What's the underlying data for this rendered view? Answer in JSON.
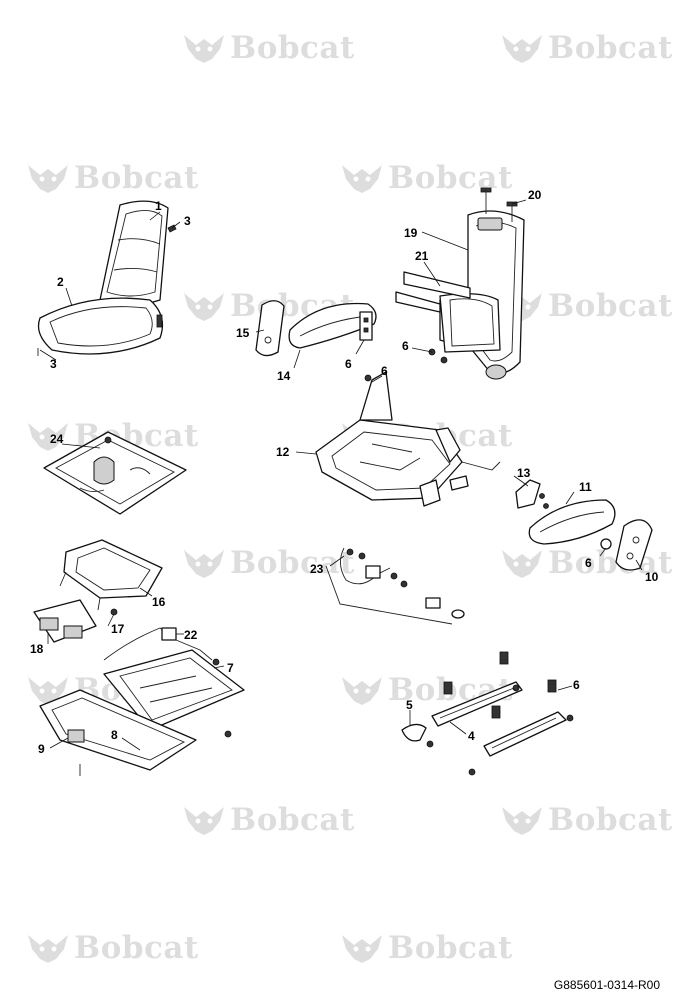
{
  "watermark": {
    "text": "Bobcat",
    "icon": "bobcat-logo-icon"
  },
  "callouts": {
    "c1": "1",
    "c2": "2",
    "c3a": "3",
    "c3b": "3",
    "c4": "4",
    "c5": "5",
    "c6a": "6",
    "c6b": "6",
    "c6c": "6",
    "c6d": "6",
    "c6e": "6",
    "c7": "7",
    "c8": "8",
    "c9": "9",
    "c10": "10",
    "c11": "11",
    "c12": "12",
    "c13": "13",
    "c14": "14",
    "c15": "15",
    "c16": "16",
    "c17": "17",
    "c18": "18",
    "c19": "19",
    "c20": "20",
    "c21": "21",
    "c22": "22",
    "c23": "23",
    "c24": "24"
  },
  "drawing_ref": "G885601-0314-R00"
}
